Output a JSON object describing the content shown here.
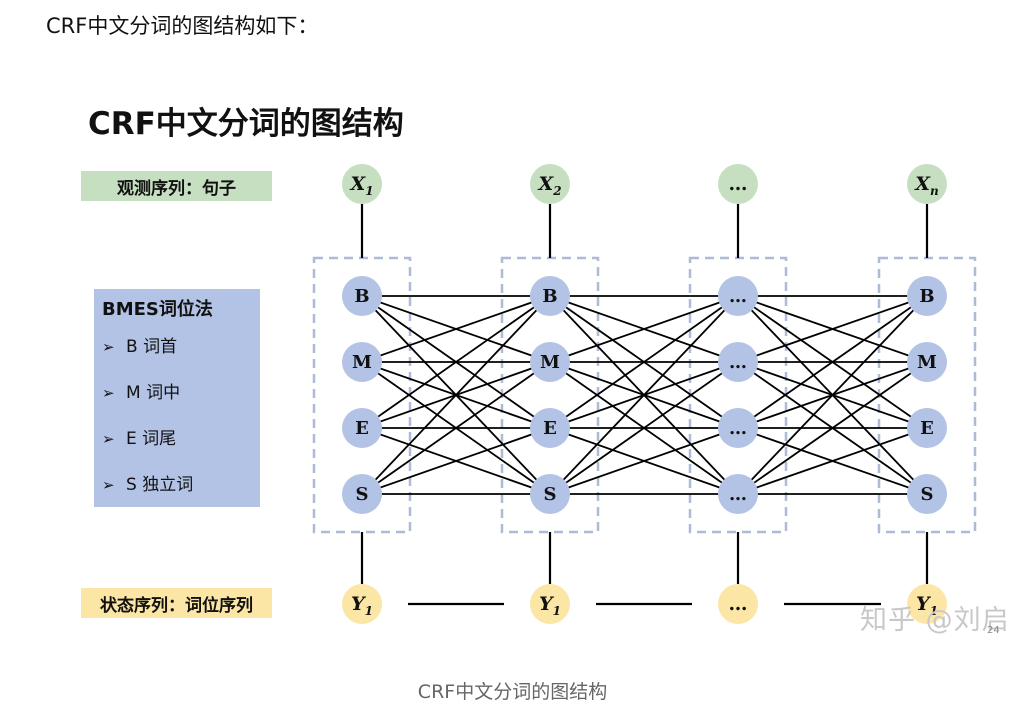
{
  "intro_text": "CRF中文分词的图结构如下：",
  "slide_title": "CRF中文分词的图结构",
  "observation_label": "观测序列：句子",
  "state_label": "状态序列：词位序列",
  "bmes": {
    "title": "BMES词位法",
    "items": [
      {
        "bullet": "➢",
        "text": "B 词首"
      },
      {
        "bullet": "➢",
        "text": "M 词中"
      },
      {
        "bullet": "➢",
        "text": "E 词尾"
      },
      {
        "bullet": "➢",
        "text": "S 独立词"
      }
    ]
  },
  "observations": [
    {
      "var": "X",
      "sub": "1"
    },
    {
      "var": "X",
      "sub": "2"
    },
    {
      "var": "…",
      "sub": ""
    },
    {
      "var": "X",
      "sub": "n"
    }
  ],
  "states": [
    {
      "var": "Y",
      "sub": "1"
    },
    {
      "var": "Y",
      "sub": "1"
    },
    {
      "var": "…",
      "sub": ""
    },
    {
      "var": "Y",
      "sub": "1"
    }
  ],
  "columns": [
    [
      "B",
      "M",
      "E",
      "S"
    ],
    [
      "B",
      "M",
      "E",
      "S"
    ],
    [
      "…",
      "…",
      "…",
      "…"
    ],
    [
      "B",
      "M",
      "E",
      "S"
    ]
  ],
  "watermark": "知乎 @刘启",
  "page_number": "24",
  "caption": "CRF中文分词的图结构",
  "colors": {
    "label_node": "#b3c3e5",
    "observation_node": "#c6dfc0",
    "state_node": "#fbe6a5",
    "dashed_box": "#aebbd6",
    "edge": "#000000"
  }
}
